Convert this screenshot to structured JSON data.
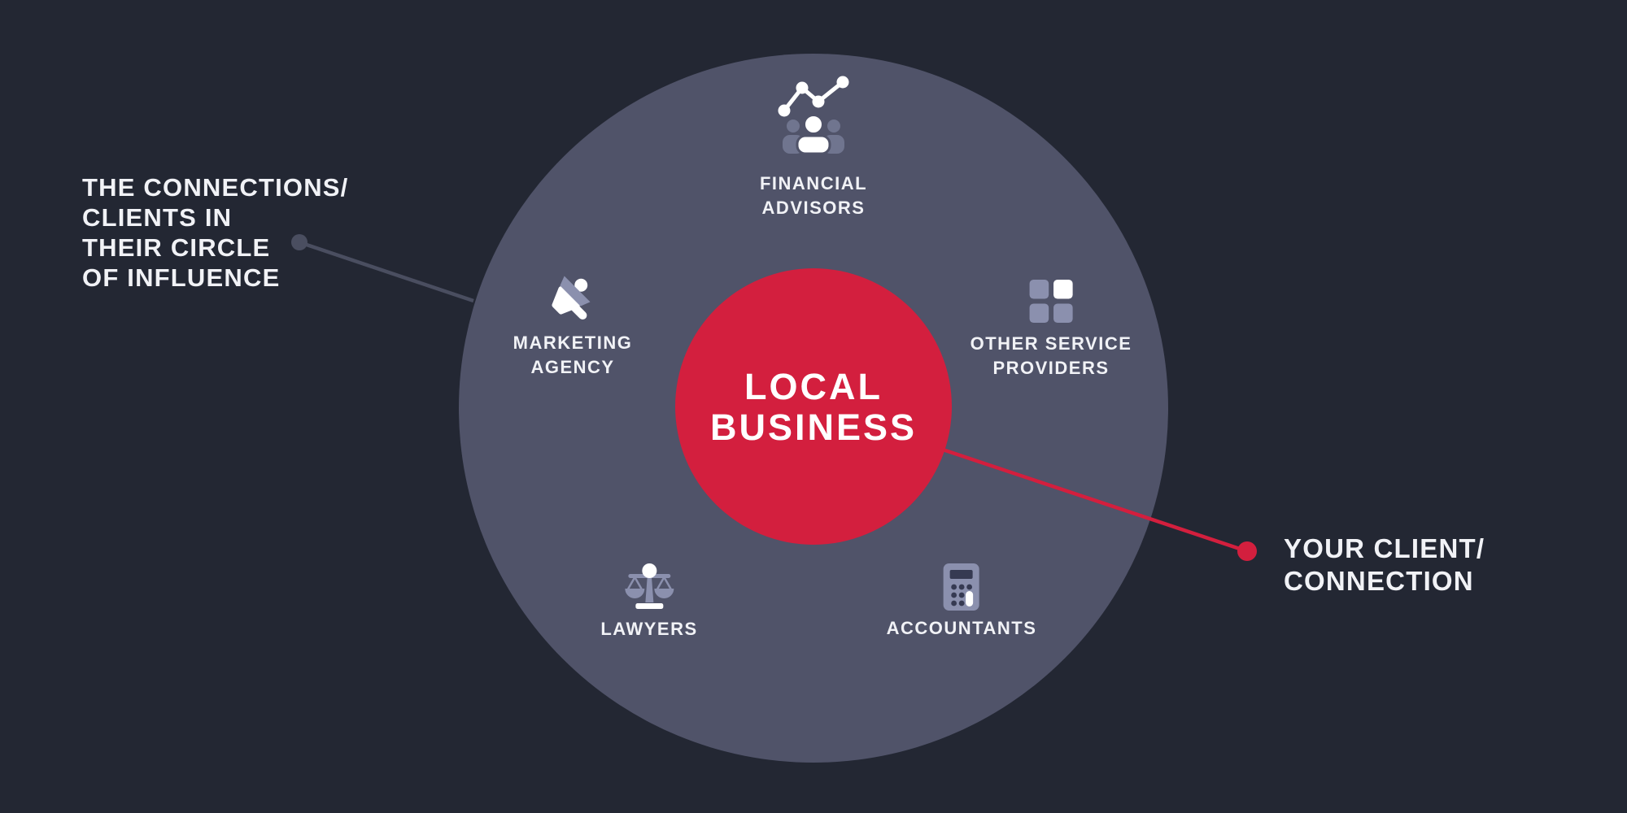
{
  "palette": {
    "background": "#232733",
    "circle": "#505369",
    "accent_red": "#d31f3e",
    "muted_icon": "#8b90ae",
    "muted_icon_dim": "#70758f",
    "dark_detail": "#363a52",
    "text_light": "#f1f2f6",
    "white": "#ffffff",
    "connector_gray": "#4a4e60"
  },
  "center": {
    "label_lines": [
      "LOCAL",
      "BUSINESS"
    ]
  },
  "nodes": [
    {
      "id": "financial-advisors",
      "icon": "growth-chart-team-icon",
      "label_lines": [
        "FINANCIAL",
        "ADVISORS"
      ]
    },
    {
      "id": "marketing-agency",
      "icon": "megaphone-icon",
      "label_lines": [
        "MARKETING",
        "AGENCY"
      ]
    },
    {
      "id": "other-service-providers",
      "icon": "services-grid-icon",
      "label_lines": [
        "OTHER SERVICE",
        "PROVIDERS"
      ]
    },
    {
      "id": "lawyers",
      "icon": "scales-icon",
      "label_lines": [
        "LAWYERS"
      ]
    },
    {
      "id": "accountants",
      "icon": "calculator-icon",
      "label_lines": [
        "ACCOUNTANTS"
      ]
    }
  ],
  "annotations": {
    "left": {
      "lines": [
        "THE CONNECTIONS/",
        "CLIENTS IN",
        "THEIR CIRCLE",
        "OF INFLUENCE"
      ]
    },
    "right": {
      "lines": [
        "YOUR CLIENT/",
        "CONNECTION"
      ]
    }
  }
}
